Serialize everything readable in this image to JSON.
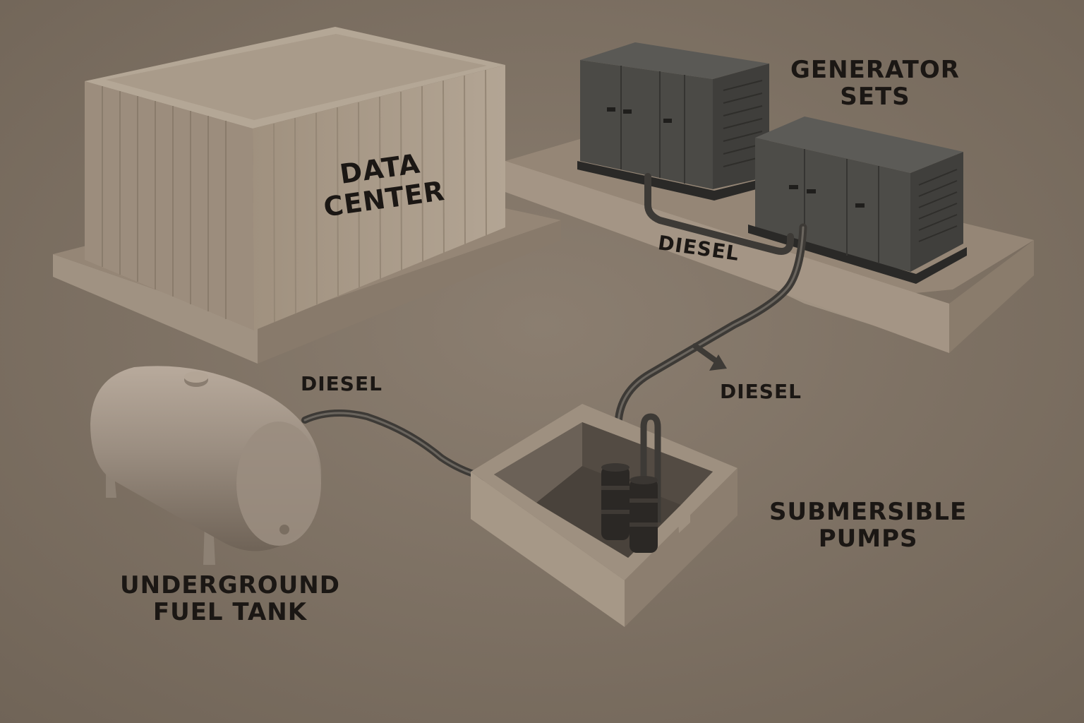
{
  "labels": {
    "data_center": [
      "DATA",
      "CENTER"
    ],
    "generator_sets": [
      "GENERATOR",
      "SETS"
    ],
    "diesel_gen": "DIESEL",
    "diesel_tank": "DIESEL",
    "diesel_arrow": "DIESEL",
    "submersible_pumps": [
      "SUBMERSIBLE",
      "PUMPS"
    ],
    "underground_fuel_tank": [
      "UNDERGROUND",
      "FUEL TANK"
    ]
  },
  "colors": {
    "ground": "#7f7264",
    "building": "#a99a8b",
    "generator": "#4a4945",
    "pipe": "#4d4a45",
    "tank": "#9a8d80",
    "text": "#1b1714"
  }
}
